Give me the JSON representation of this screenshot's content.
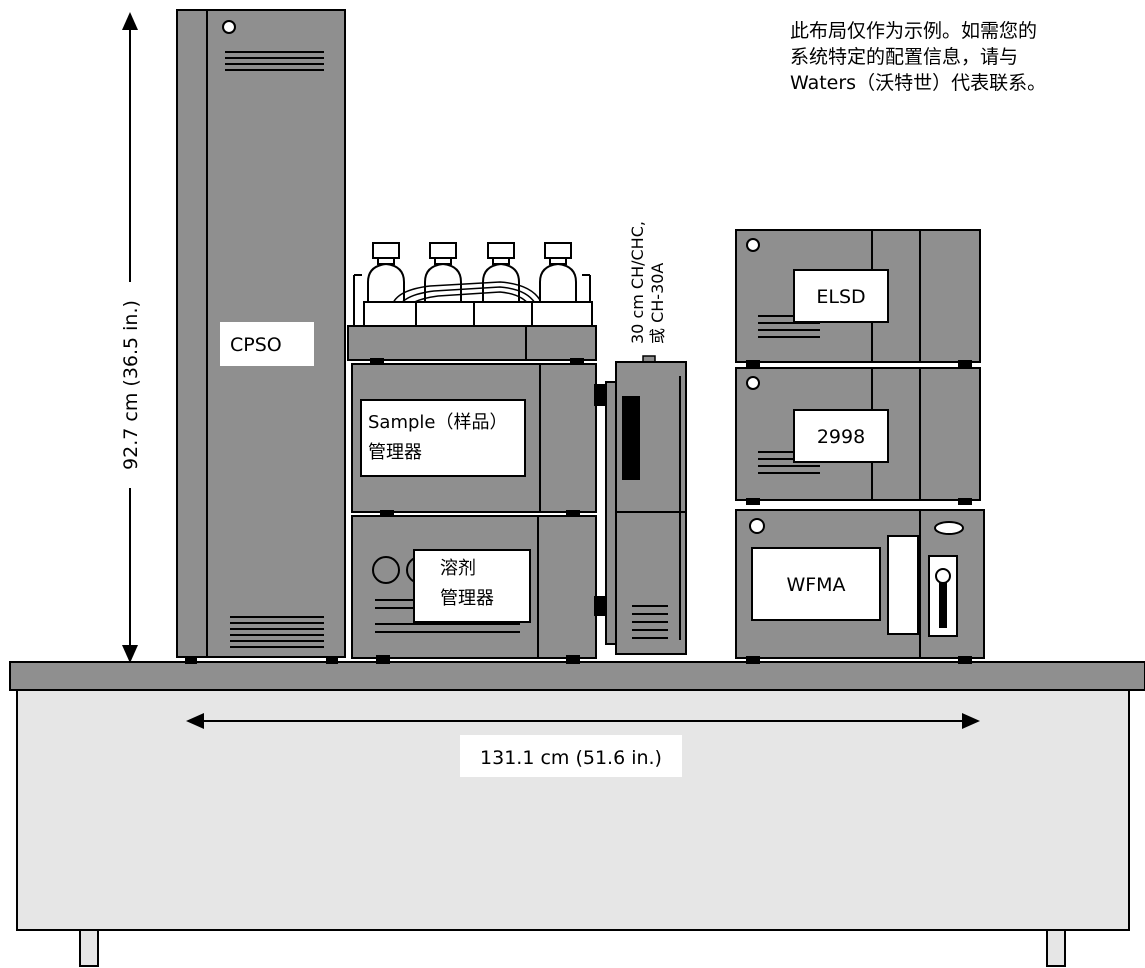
{
  "note": {
    "lines": [
      "此布局仅作为示例。如需您的",
      "系统特定的配置信息，请与",
      "Waters（沃特世）代表联系。"
    ]
  },
  "dimensions": {
    "height": "92.7 cm (36.5 in.)",
    "width": "131.1 cm (51.6 in.)"
  },
  "modules": {
    "cpso": "CPSO",
    "sample_manager": [
      "Sample（样品）",
      "管理器"
    ],
    "solvent_manager": [
      "溶剂",
      "管理器"
    ],
    "column": [
      "30 cm CH/CHC,",
      "或 CH-30A"
    ],
    "elsd": "ELSD",
    "pda": "2998",
    "wfma": "WFMA"
  },
  "colors": {
    "module_gray": "#8f8f8f",
    "outline": "#000000",
    "bench": "#e6e6e6",
    "label_bg": "#ffffff"
  }
}
